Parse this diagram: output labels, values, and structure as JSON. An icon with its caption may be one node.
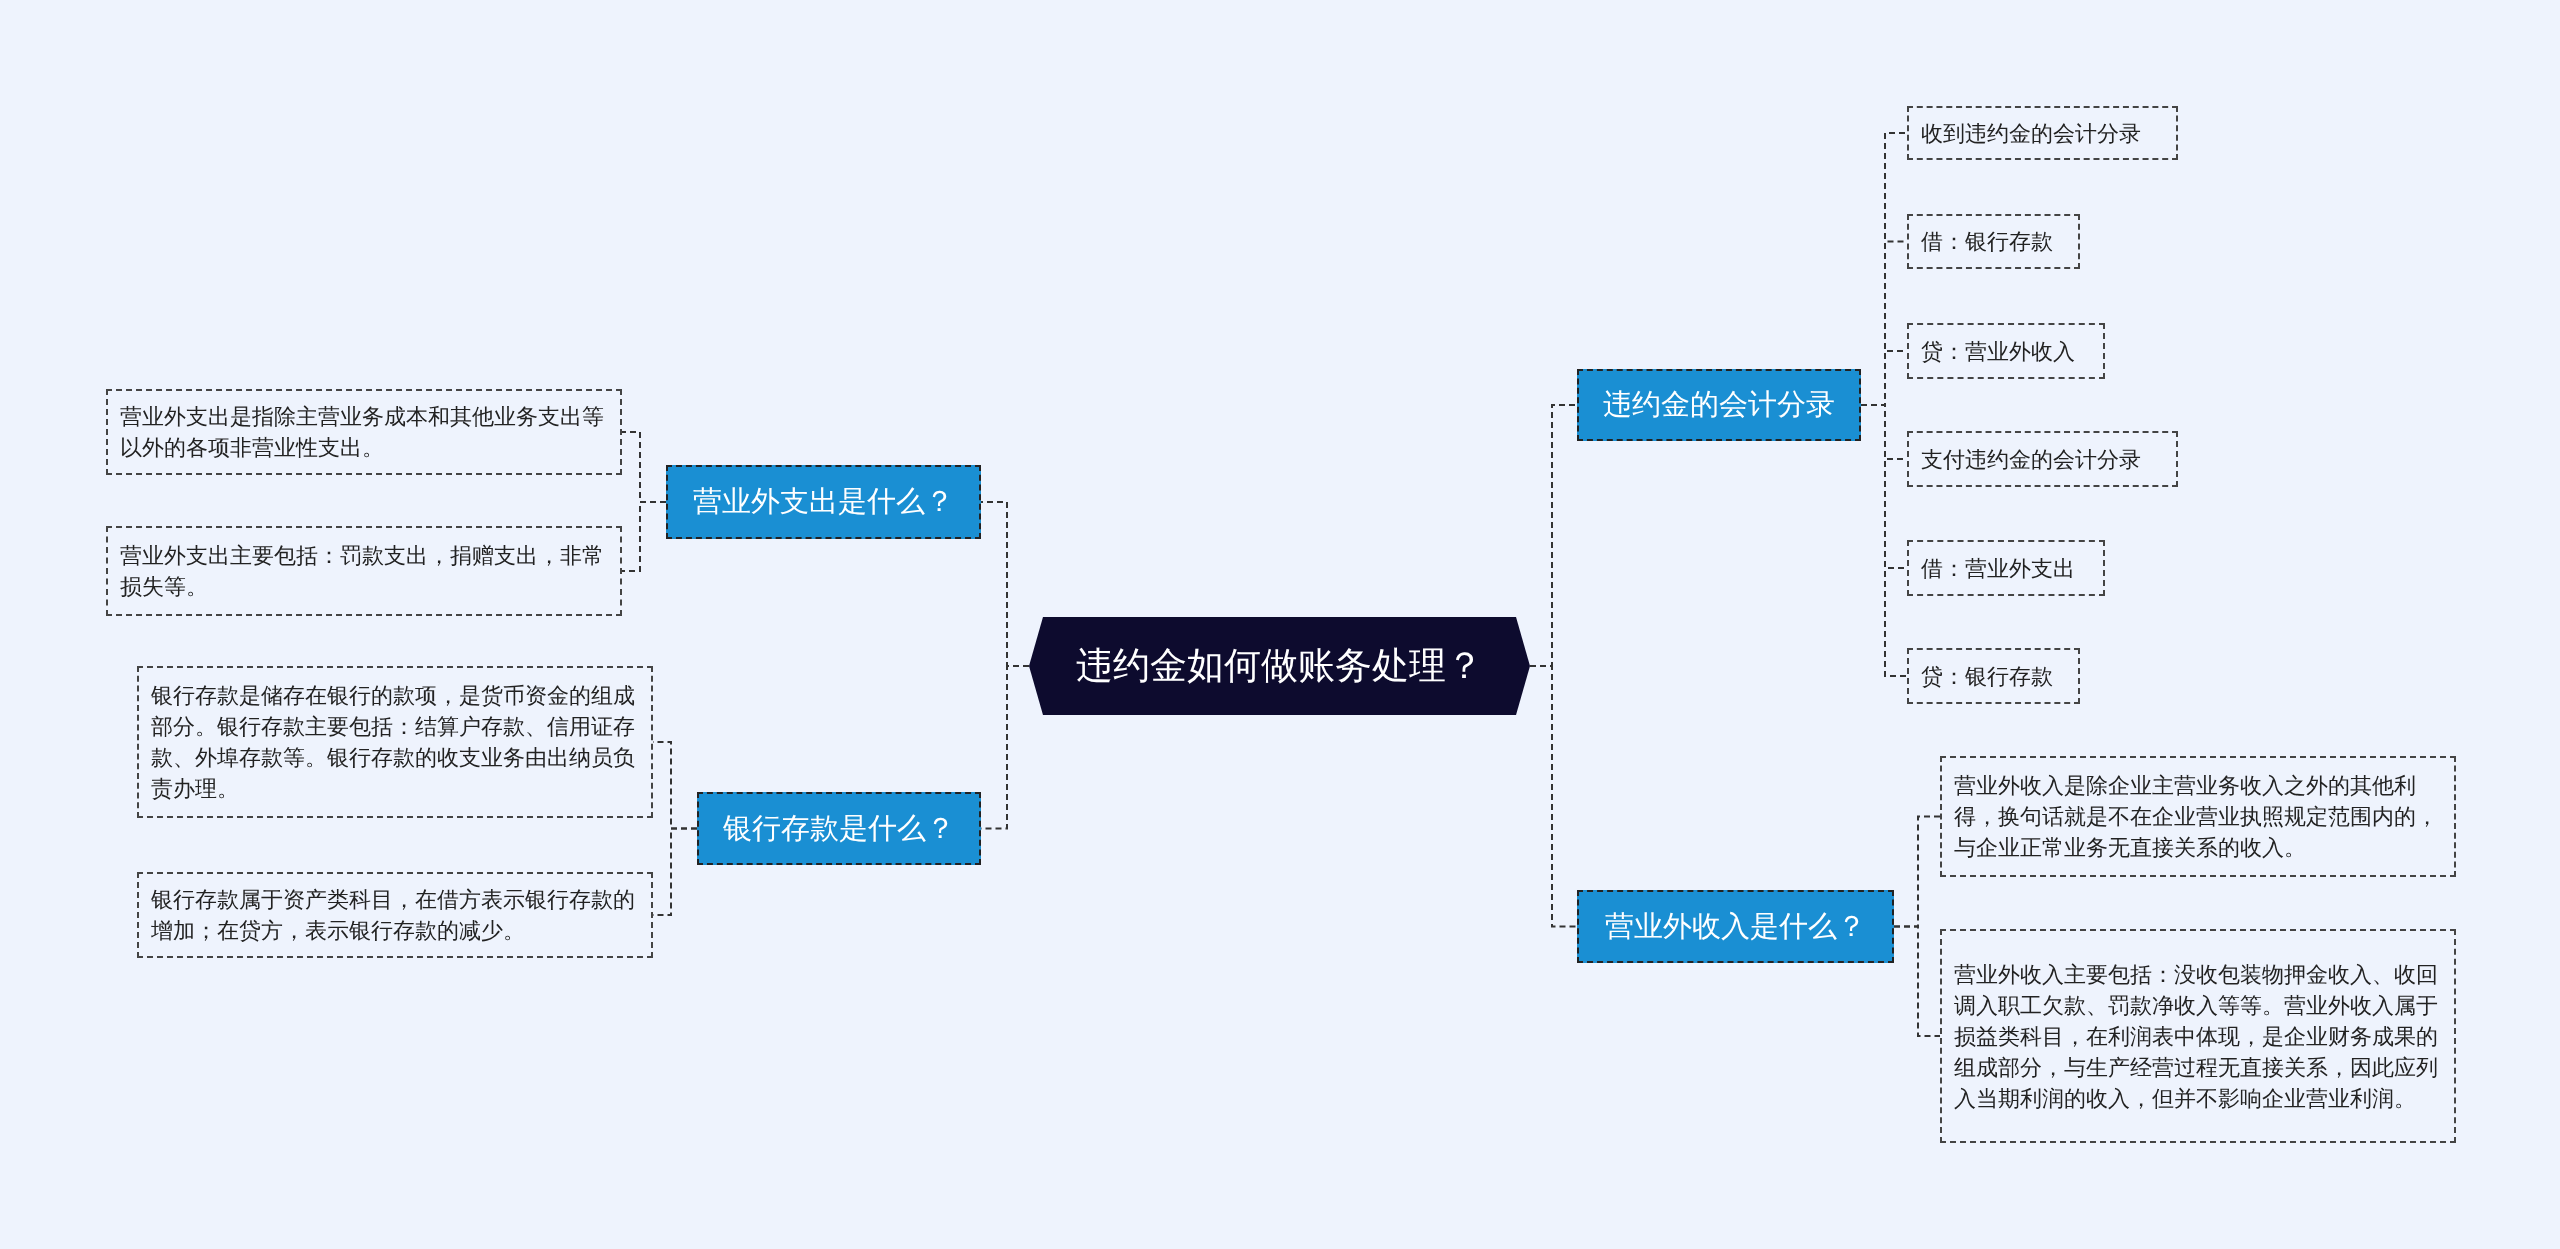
{
  "diagram": {
    "nodes": [
      {
        "text": [
          "违约金如何做账务处理？"
        ]
      },
      {
        "text": [
          "违约金的会计分录"
        ]
      },
      {
        "text": [
          "收到违约金的会计分录"
        ]
      },
      {
        "text": [
          "借：银行存款"
        ]
      },
      {
        "text": [
          "贷：营业外收入"
        ]
      },
      {
        "text": [
          "支付违约金的会计分录"
        ]
      },
      {
        "text": [
          "借：营业外支出"
        ]
      },
      {
        "text": [
          "贷：银行存款"
        ]
      },
      {
        "text": [
          "营业外收入是什么？"
        ]
      },
      {
        "text": [
          "营业外收入是除企业主营业务收入之外的其他利得，换句话就是不在企业营业执照规定范围内的，与企业正常业务无直接关系的收入。"
        ]
      },
      {
        "text": [
          "营业外收入主要包括：没收包装物押金收入、收回调入职工欠款、罚款净收入等等。营业外收入属于损益类科目，在利润表中体现，是企业财务成果的组成部分，与生产经营过程无直接关系，因此应列入当期利润的收入，但并不影响企业营业利润。"
        ]
      },
      {
        "text": [
          "营业外支出是什么？"
        ]
      },
      {
        "text": [
          "营业外支出是指除主营业务成本和其他业务支出等以外的各项非营业性支出。"
        ]
      },
      {
        "text": [
          "营业外支出主要包括：罚款支出，捐赠支出，非常损失等。"
        ]
      },
      {
        "text": [
          "银行存款是什么？"
        ]
      },
      {
        "text": [
          "银行存款是储存在银行的款项，是货币资金的组成部分。银行存款主要包括：结算户存款、信用证存款、外埠存款等。银行存款的收支业务由出纳员负责办理。"
        ]
      },
      {
        "text": [
          "银行存款属于资产类科目，在借方表示银行存款的增加；在贷方，表示银行存款的减少。"
        ]
      }
    ],
    "edges": [
      {
        "from": 0,
        "to": 1,
        "arrow": "none",
        "style": "dashed"
      },
      {
        "from": 1,
        "to": 2,
        "arrow": "none",
        "style": "dashed"
      },
      {
        "from": 1,
        "to": 3,
        "arrow": "none",
        "style": "dashed"
      },
      {
        "from": 1,
        "to": 4,
        "arrow": "none",
        "style": "dashed"
      },
      {
        "from": 1,
        "to": 5,
        "arrow": "none",
        "style": "dashed"
      },
      {
        "from": 1,
        "to": 6,
        "arrow": "none",
        "style": "dashed"
      },
      {
        "from": 1,
        "to": 7,
        "arrow": "none",
        "style": "dashed"
      },
      {
        "from": 0,
        "to": 8,
        "arrow": "none",
        "style": "dashed"
      },
      {
        "from": 8,
        "to": 9,
        "arrow": "none",
        "style": "dashed"
      },
      {
        "from": 8,
        "to": 10,
        "arrow": "none",
        "style": "dashed"
      },
      {
        "from": 0,
        "to": 11,
        "arrow": "none",
        "style": "dashed"
      },
      {
        "from": 11,
        "to": 12,
        "arrow": "none",
        "style": "dashed"
      },
      {
        "from": 11,
        "to": 13,
        "arrow": "none",
        "style": "dashed"
      },
      {
        "from": 0,
        "to": 14,
        "arrow": "none",
        "style": "dashed"
      },
      {
        "from": 14,
        "to": 15,
        "arrow": "none",
        "style": "dashed"
      },
      {
        "from": 14,
        "to": 16,
        "arrow": "none",
        "style": "dashed"
      }
    ]
  }
}
